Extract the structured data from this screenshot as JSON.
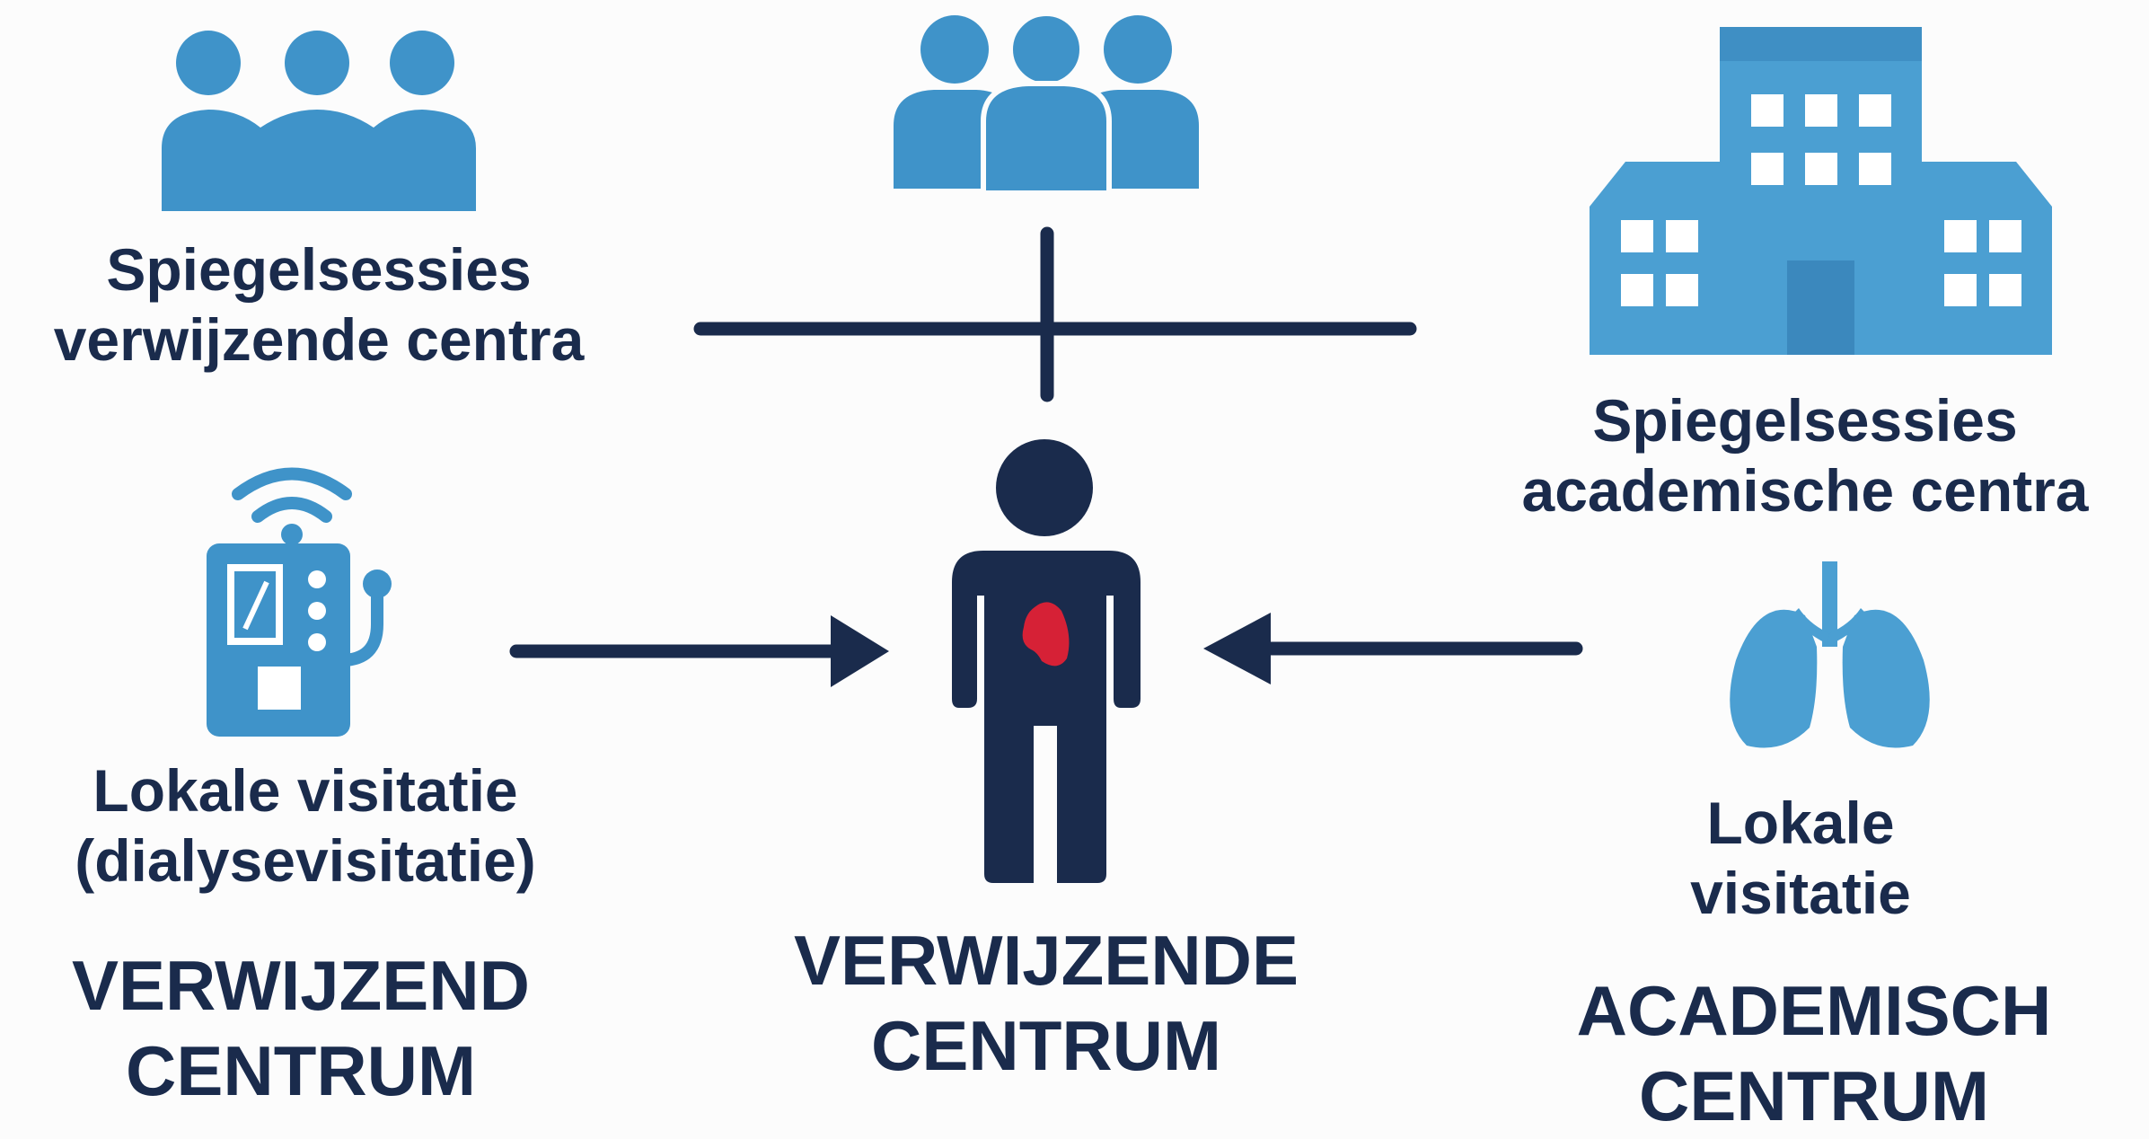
{
  "nodes": {
    "referring_mirror": "Spiegelsessies\nverwijzende centra",
    "academic_mirror": "Spiegelsessies\nacademische centra",
    "referring_visit": "Lokale visitatie\n(dialysevisitatie)",
    "academic_visit": "Lokale\nvisitatie"
  },
  "headings": {
    "left": "VERWIJZEND\nCENTRUM",
    "center": "VERWIJZENDE\nCENTRUM",
    "right": "ACADEMISCH\nCENTRUM"
  },
  "colors": {
    "icon_blue": "#3f93c9",
    "navy": "#1a2b4c",
    "kidney": "#d62136",
    "background": "#fcfcfc"
  },
  "icons": [
    "group-icon",
    "team-icon",
    "hospital-icon",
    "dialysis-machine-icon",
    "patient-icon",
    "kidney-icon",
    "lungs-icon"
  ]
}
